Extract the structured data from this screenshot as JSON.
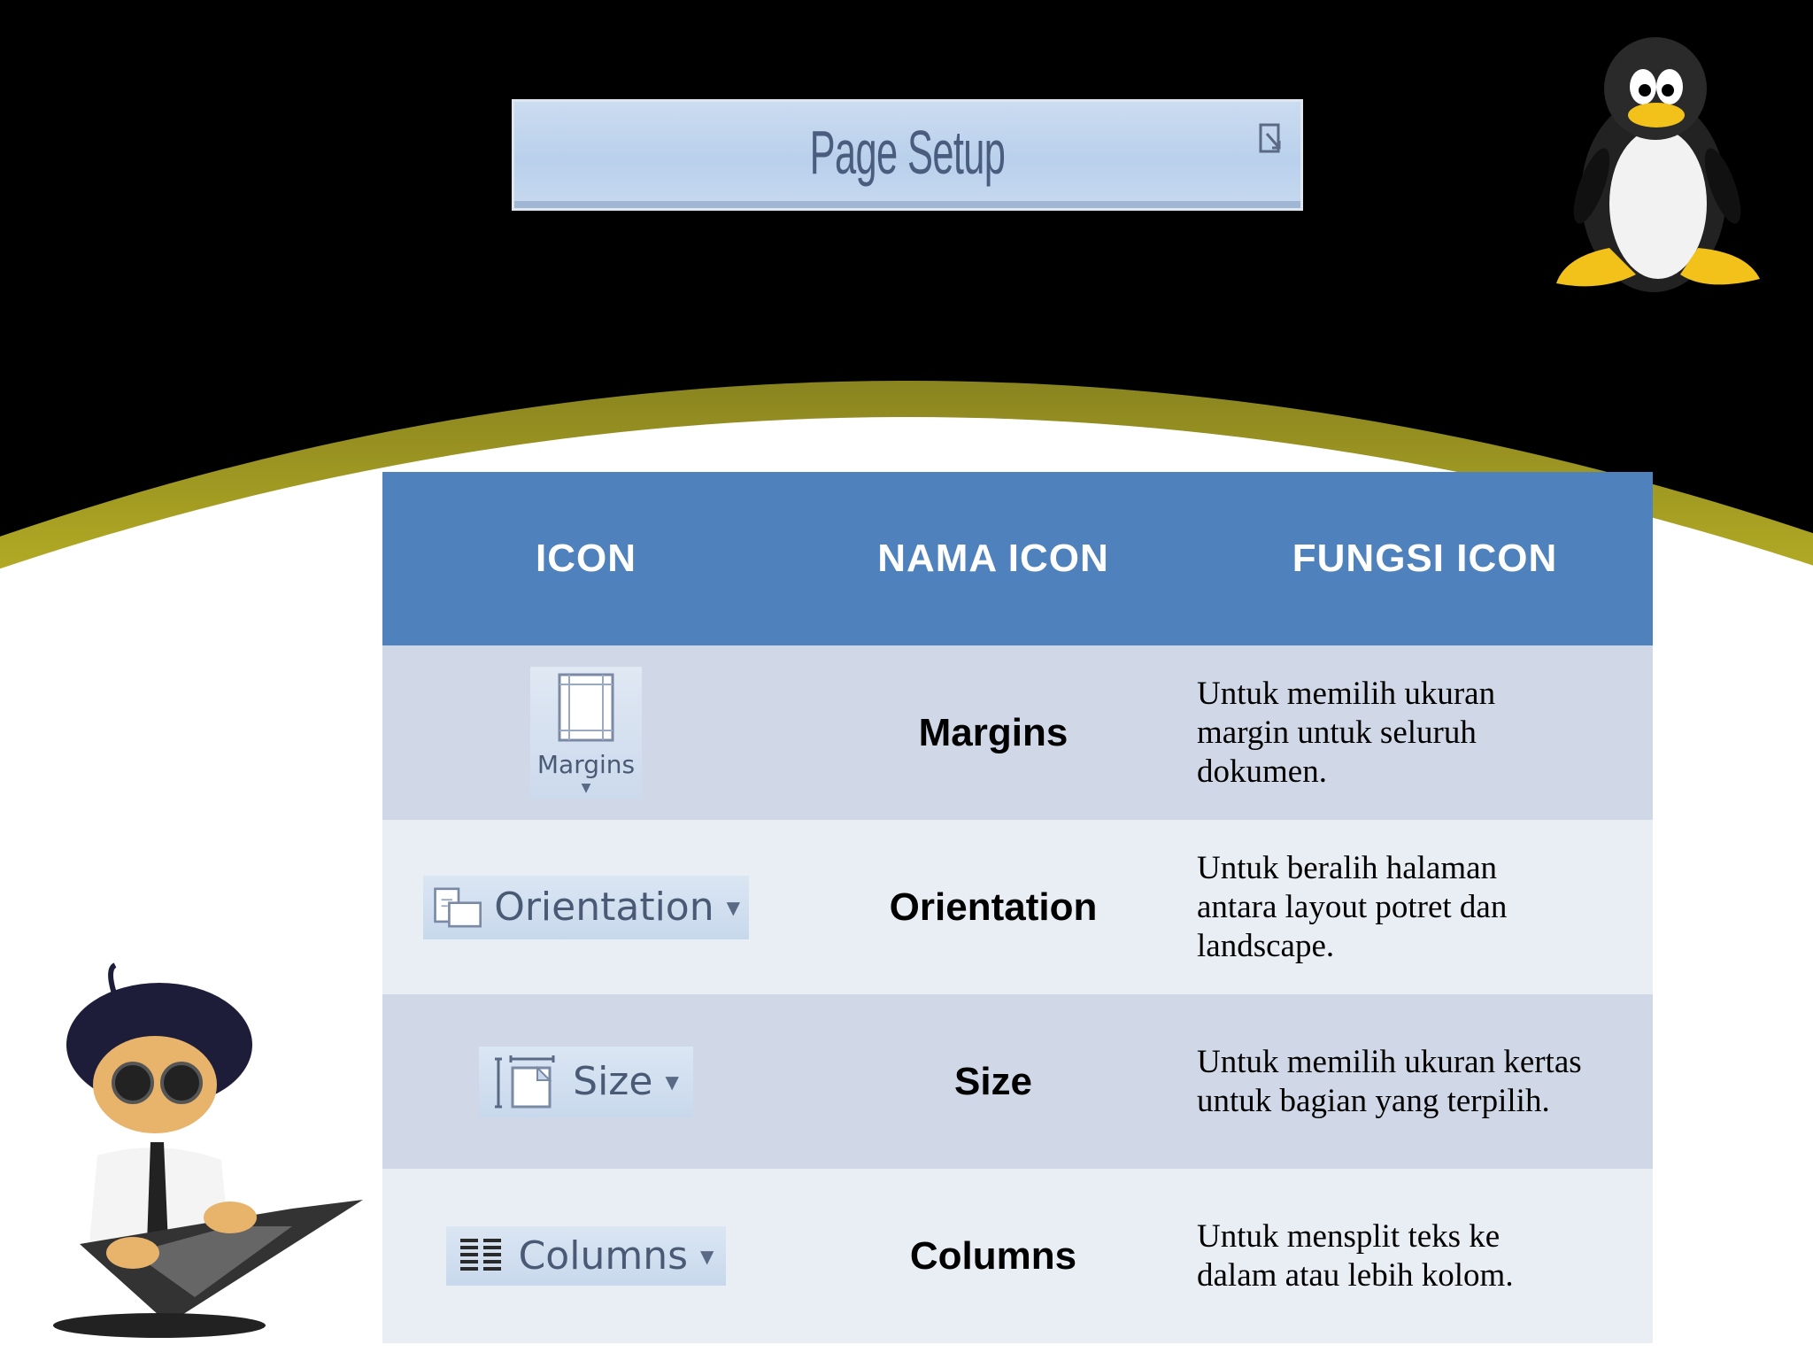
{
  "header": {
    "title": "Page Setup"
  },
  "table": {
    "headers": [
      "ICON",
      "NAMA  ICON",
      "FUNGSI  ICON"
    ],
    "rows": [
      {
        "icon_label": "Margins",
        "icon_name": "margins-icon",
        "name": "Margins",
        "function": [
          "Untuk memilih ukuran",
          "margin untuk seluruh",
          "dokumen."
        ]
      },
      {
        "icon_label": "Orientation",
        "icon_name": "orientation-icon",
        "name": "Orientation",
        "function": [
          "Untuk beralih halaman",
          "antara layout potret dan",
          "landscape."
        ]
      },
      {
        "icon_label": "Size",
        "icon_name": "size-icon",
        "name": "Size",
        "function": [
          "Untuk memilih ukuran kertas",
          "untuk bagian yang terpilih."
        ]
      },
      {
        "icon_label": "Columns",
        "icon_name": "columns-icon",
        "name": "Columns",
        "function": [
          "Untuk mensplit teks ke",
          "dalam atau lebih kolom."
        ]
      }
    ]
  },
  "colors": {
    "background": "#000000",
    "arc_yellow": "#e5dc1a",
    "header_blue": "#4f81bd",
    "row_dark": "#d0d8e8",
    "row_light": "#e9edf4"
  }
}
